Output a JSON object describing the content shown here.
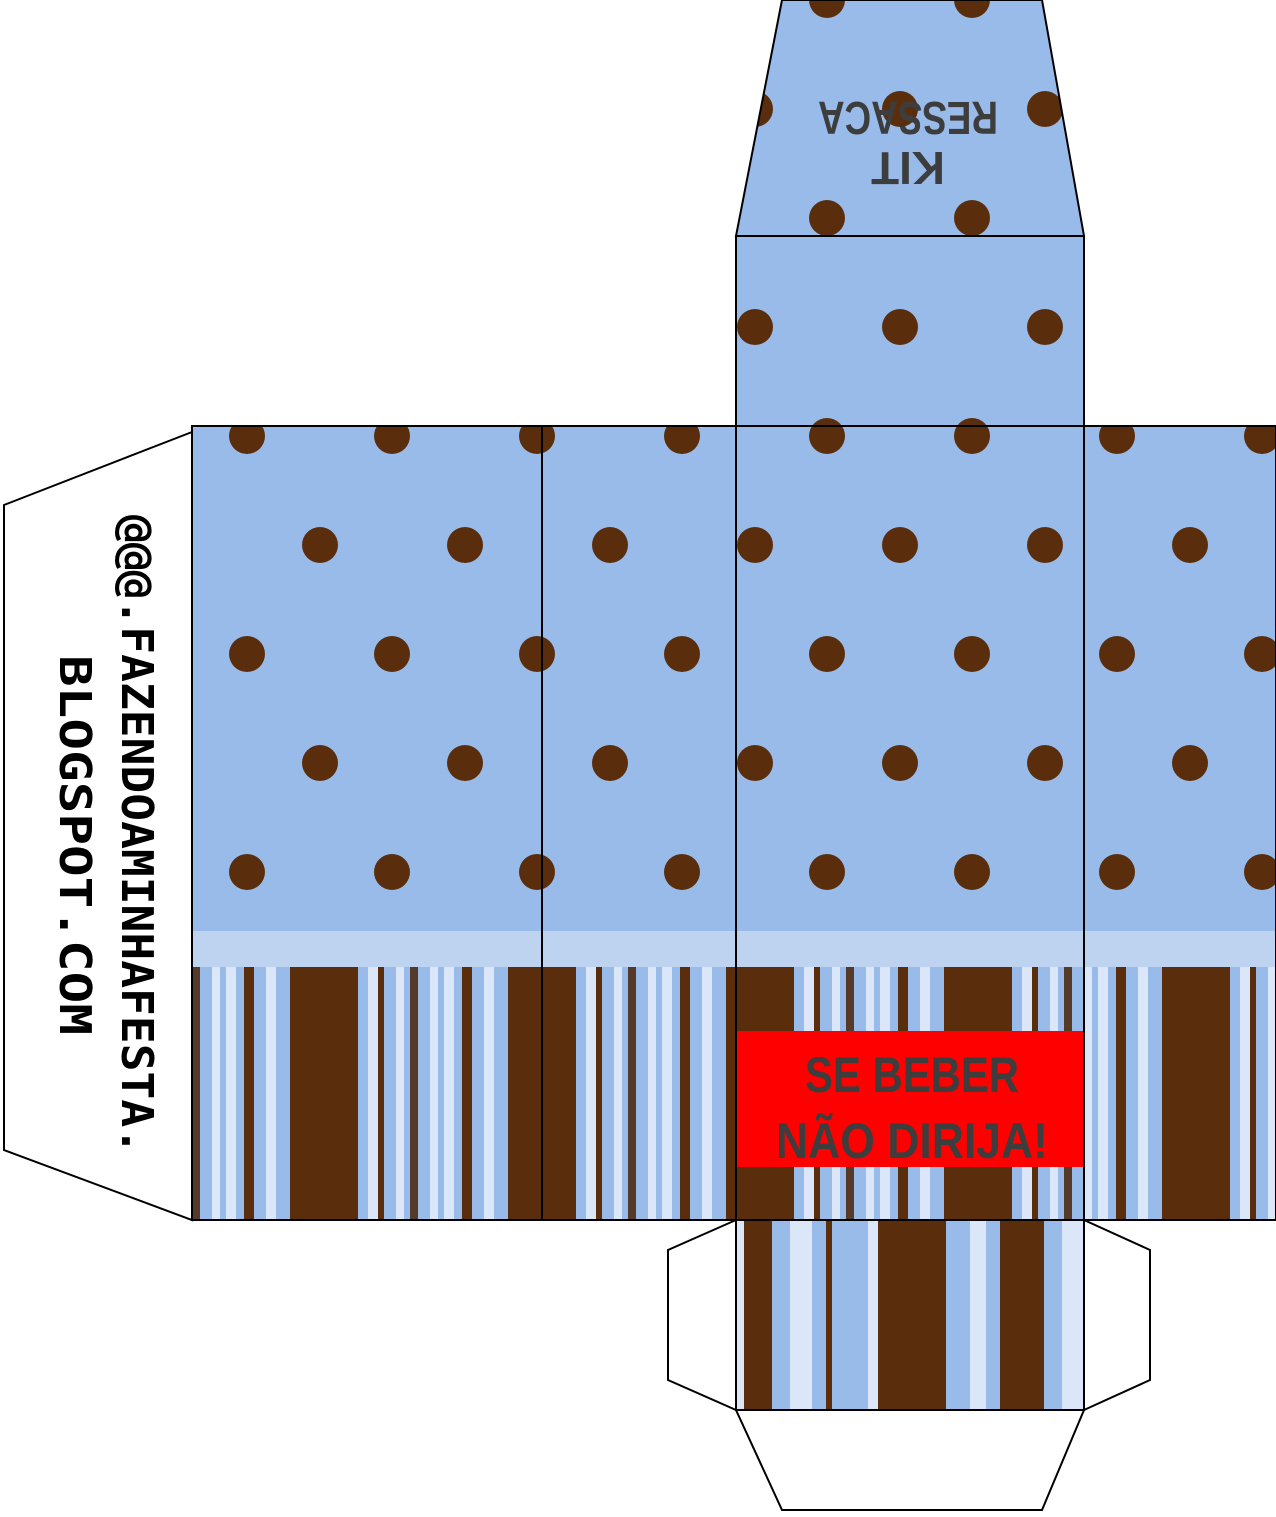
{
  "template": {
    "lid_text": [
      "KIT",
      "RESSACA"
    ],
    "label_text": [
      "SE BEBER",
      "NÃO DIRIJA!"
    ],
    "side_flap_text": [
      "@@@.FAZENDOAMINHAFESTA.",
      "BLOGSPOT.COM"
    ]
  },
  "colors": {
    "blue": "#99bbea",
    "light_blue": "#bdd3f0",
    "pale_blue": "#dbe7f8",
    "brown": "#5a2e0c",
    "dark_brown": "#553a2a",
    "red": "#ff0000",
    "text_gray": "#3d3d3d"
  }
}
